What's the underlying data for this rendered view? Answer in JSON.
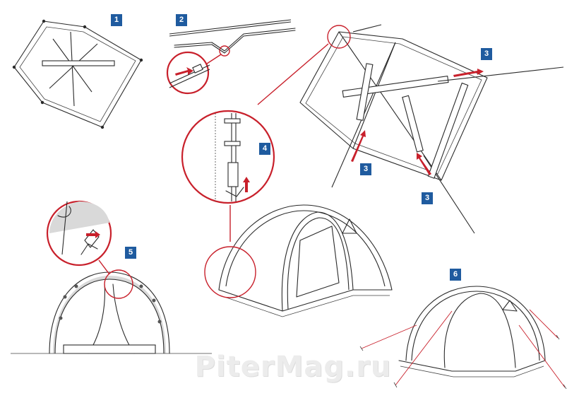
{
  "steps": [
    {
      "label": "1"
    },
    {
      "label": "2"
    },
    {
      "label": "3"
    },
    {
      "label": "3"
    },
    {
      "label": "3"
    },
    {
      "label": "4"
    },
    {
      "label": "5"
    },
    {
      "label": "6"
    }
  ],
  "watermark": {
    "text": "PiterMag.ru"
  },
  "colors": {
    "badge": "#1f5b9f",
    "accent_red": "#c8202b",
    "line": "#2a2a2a",
    "shade": "#d9d9d9"
  },
  "icons": {
    "step1": "tent-base-layout",
    "step2": "pole-assembly",
    "step3": "pole-insertion-frame",
    "step4": "pole-clip-detail",
    "step5": "clip-hook-detail",
    "step6": "pitched-tent-guylines"
  }
}
